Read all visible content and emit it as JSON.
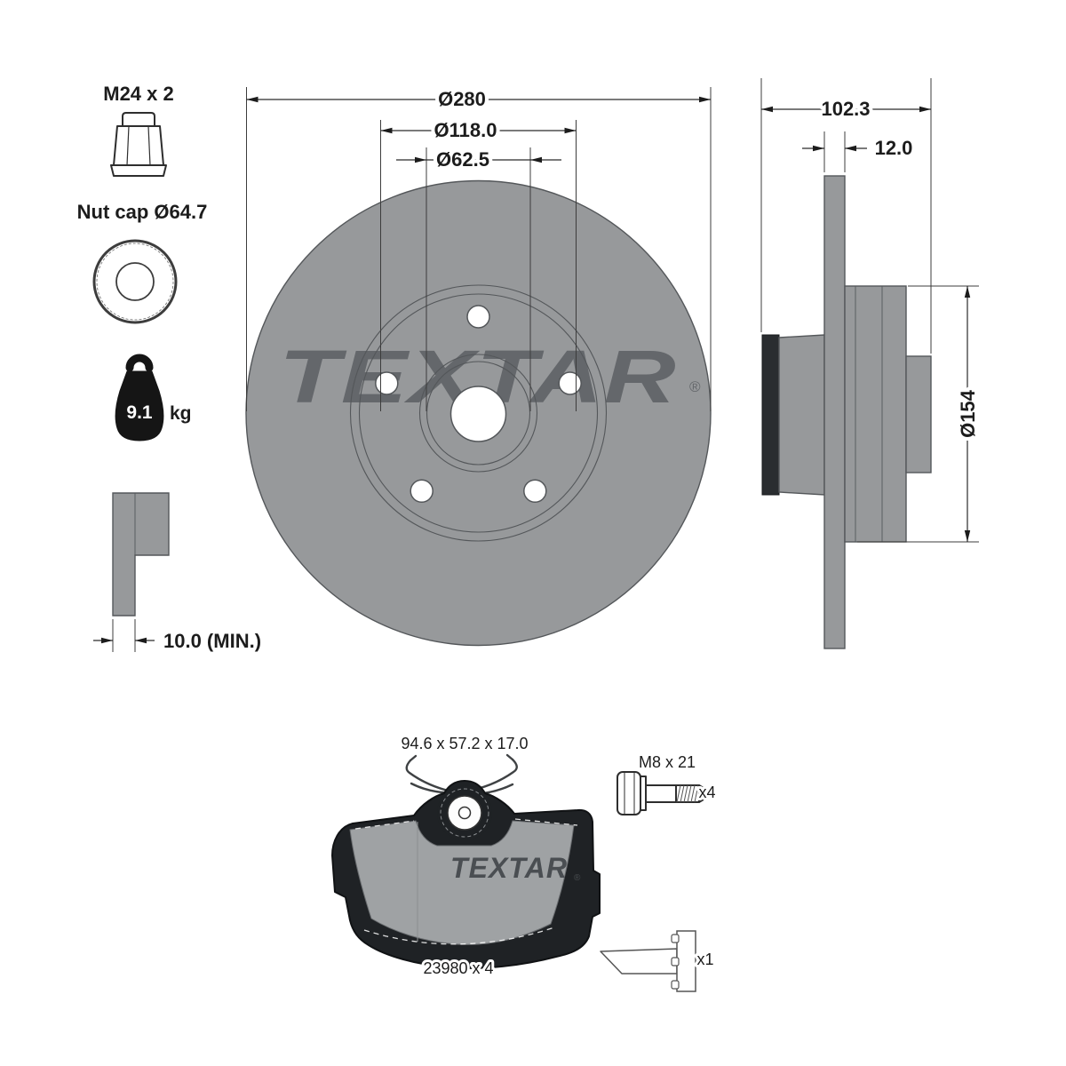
{
  "front_view": {
    "outer_diameter": "Ø280",
    "bolt_circle_diameter": "Ø118.0",
    "hub_diameter": "Ø62.5",
    "watermark": "TEXTAR",
    "registered_mark": "®"
  },
  "side_view": {
    "total_width": "102.3",
    "disc_thickness": "12.0",
    "hub_flange_diameter": "Ø154"
  },
  "nut": {
    "label": "M24 x 2"
  },
  "nut_cap": {
    "label": "Nut cap Ø64.7"
  },
  "weight": {
    "value": "9.1",
    "unit": "kg"
  },
  "min_thickness": {
    "label": "10.0 (MIN.)"
  },
  "brake_pads": {
    "dimensions": "94.6 x 57.2 x 17.0",
    "part_number": "23980 x 4",
    "logo": "TEXTAR",
    "registered_mark": "®"
  },
  "mounting_bolt": {
    "label": "M8 x 21",
    "quantity": "x4"
  },
  "accessory": {
    "quantity": "x1"
  },
  "colors": {
    "disc_gray": "#97999b",
    "outline_gray": "#54575a",
    "watermark_gray": "#64676b",
    "pad_backing": "#1f2225",
    "pad_friction": "#9fa2a4",
    "dimension_black": "#1c1c1c",
    "background": "#ffffff"
  }
}
